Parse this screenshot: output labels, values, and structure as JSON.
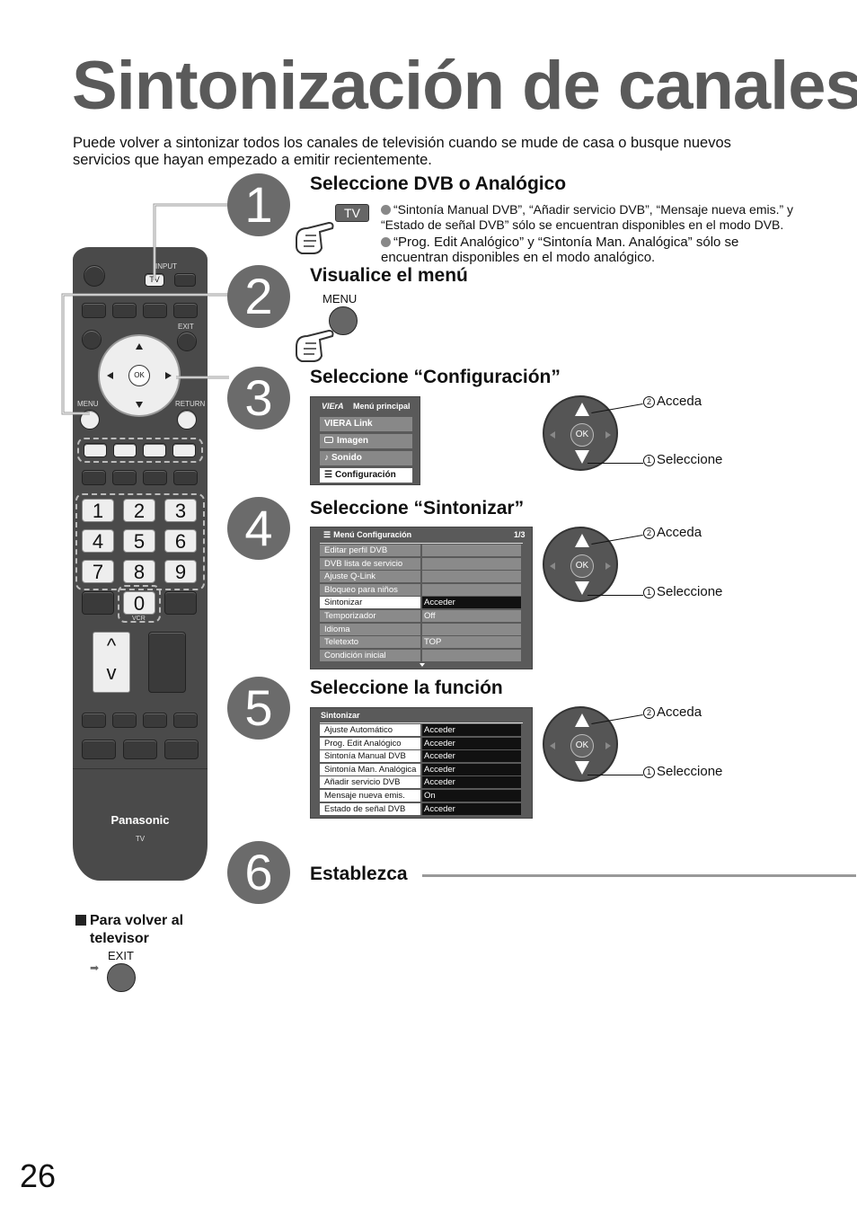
{
  "title": "Sintonización de canales",
  "intro": "Puede volver a sintonizar todos los canales de televisión cuando se mude de casa o busque nuevos servicios que hayan empezado a emitir recientemente.",
  "steps": [
    {
      "num": "1",
      "title": "Seleccione DVB o Analógico"
    },
    {
      "num": "2",
      "title": "Visualice el menú"
    },
    {
      "num": "3",
      "title": "Seleccione “Configuración”"
    },
    {
      "num": "4",
      "title": "Seleccione “Sintonizar”"
    },
    {
      "num": "5",
      "title": "Seleccione la función"
    },
    {
      "num": "6",
      "title": "Establezca"
    }
  ],
  "step1": {
    "tv_key": "TV",
    "note1": "“Sintonía Manual DVB”, “Añadir servicio DVB”, “Mensaje nueva emis.” y “Estado de señal DVB” sólo se encuentran disponibles en el modo DVB.",
    "note2": "“Prog. Edit Analógico” y “Sintonía Man. Analógica” sólo se encuentran disponibles en el modo analógico."
  },
  "step2": {
    "menu_key": "MENU"
  },
  "dpad": {
    "ok": "OK",
    "enter_num": "2",
    "enter": "Acceda",
    "select_num": "1",
    "select": "Seleccione"
  },
  "main_menu": {
    "logo": "VIErA",
    "header": "Menú principal",
    "items": [
      "VIERA Link",
      "Imagen",
      "Sonido",
      "Configuración"
    ]
  },
  "setup_menu": {
    "header": "Menú Configuración",
    "page": "1/3",
    "rows": [
      {
        "label": "Editar perfil DVB",
        "value": ""
      },
      {
        "label": "DVB lista de servicio",
        "value": ""
      },
      {
        "label": "Ajuste Q-Link",
        "value": ""
      },
      {
        "label": "Bloqueo para niños",
        "value": ""
      },
      {
        "label": "Sintonizar",
        "value": "Acceder"
      },
      {
        "label": "Temporizador",
        "value": "Off"
      },
      {
        "label": "Idioma",
        "value": ""
      },
      {
        "label": "Teletexto",
        "value": "TOP"
      },
      {
        "label": "Condición inicial",
        "value": ""
      }
    ]
  },
  "tuning_menu": {
    "header": "Sintonizar",
    "rows": [
      {
        "label": "Ajuste Automático",
        "value": "Acceder"
      },
      {
        "label": "Prog. Edit Analógico",
        "value": "Acceder"
      },
      {
        "label": "Sintonía Manual DVB",
        "value": "Acceder"
      },
      {
        "label": "Sintonía Man. Analógica",
        "value": "Acceder"
      },
      {
        "label": "Añadir servicio DVB",
        "value": "Acceder"
      },
      {
        "label": "Mensaje nueva emis.",
        "value": "On"
      },
      {
        "label": "Estado de señal DVB",
        "value": "Acceder"
      }
    ]
  },
  "remote": {
    "input": "INPUT",
    "tv": "TV",
    "exit": "EXIT",
    "ok": "OK",
    "menu": "MENU",
    "return": "RETURN",
    "keys": [
      "1",
      "2",
      "3",
      "4",
      "5",
      "6",
      "7",
      "8",
      "9",
      "0"
    ],
    "vcr": "VCR",
    "up": "^",
    "down": "v",
    "brand": "Panasonic",
    "brand_sub": "TV"
  },
  "return_tv": {
    "text": "Para volver al televisor",
    "key": "EXIT"
  },
  "page_number": "26"
}
